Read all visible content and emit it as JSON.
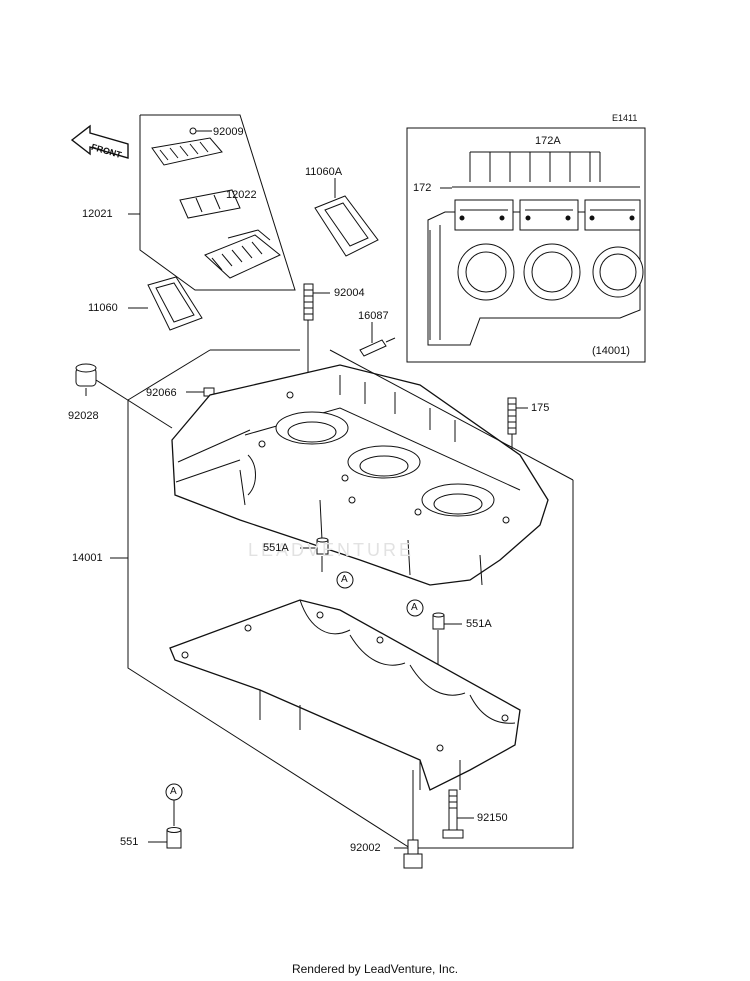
{
  "diagram_code": "E1411",
  "front_arrow_text": "FRONT",
  "inset_ref": "(14001)",
  "watermark": "LEADVENTURE",
  "footer": "Rendered by LeadVenture, Inc.",
  "parts": {
    "p92009": "92009",
    "p12022": "12022",
    "p12021": "12021",
    "p11060A": "11060A",
    "p11060": "11060",
    "p92004": "92004",
    "p16087": "16087",
    "p92028": "92028",
    "p92066": "92066",
    "p175": "175",
    "p14001": "14001",
    "p551A_1": "551A",
    "p551A_2": "551A",
    "p172A": "172A",
    "p172": "172",
    "p92150": "92150",
    "p92002": "92002",
    "p551": "551"
  },
  "callouts": {
    "a1": "A",
    "a2": "A",
    "a3": "A"
  }
}
